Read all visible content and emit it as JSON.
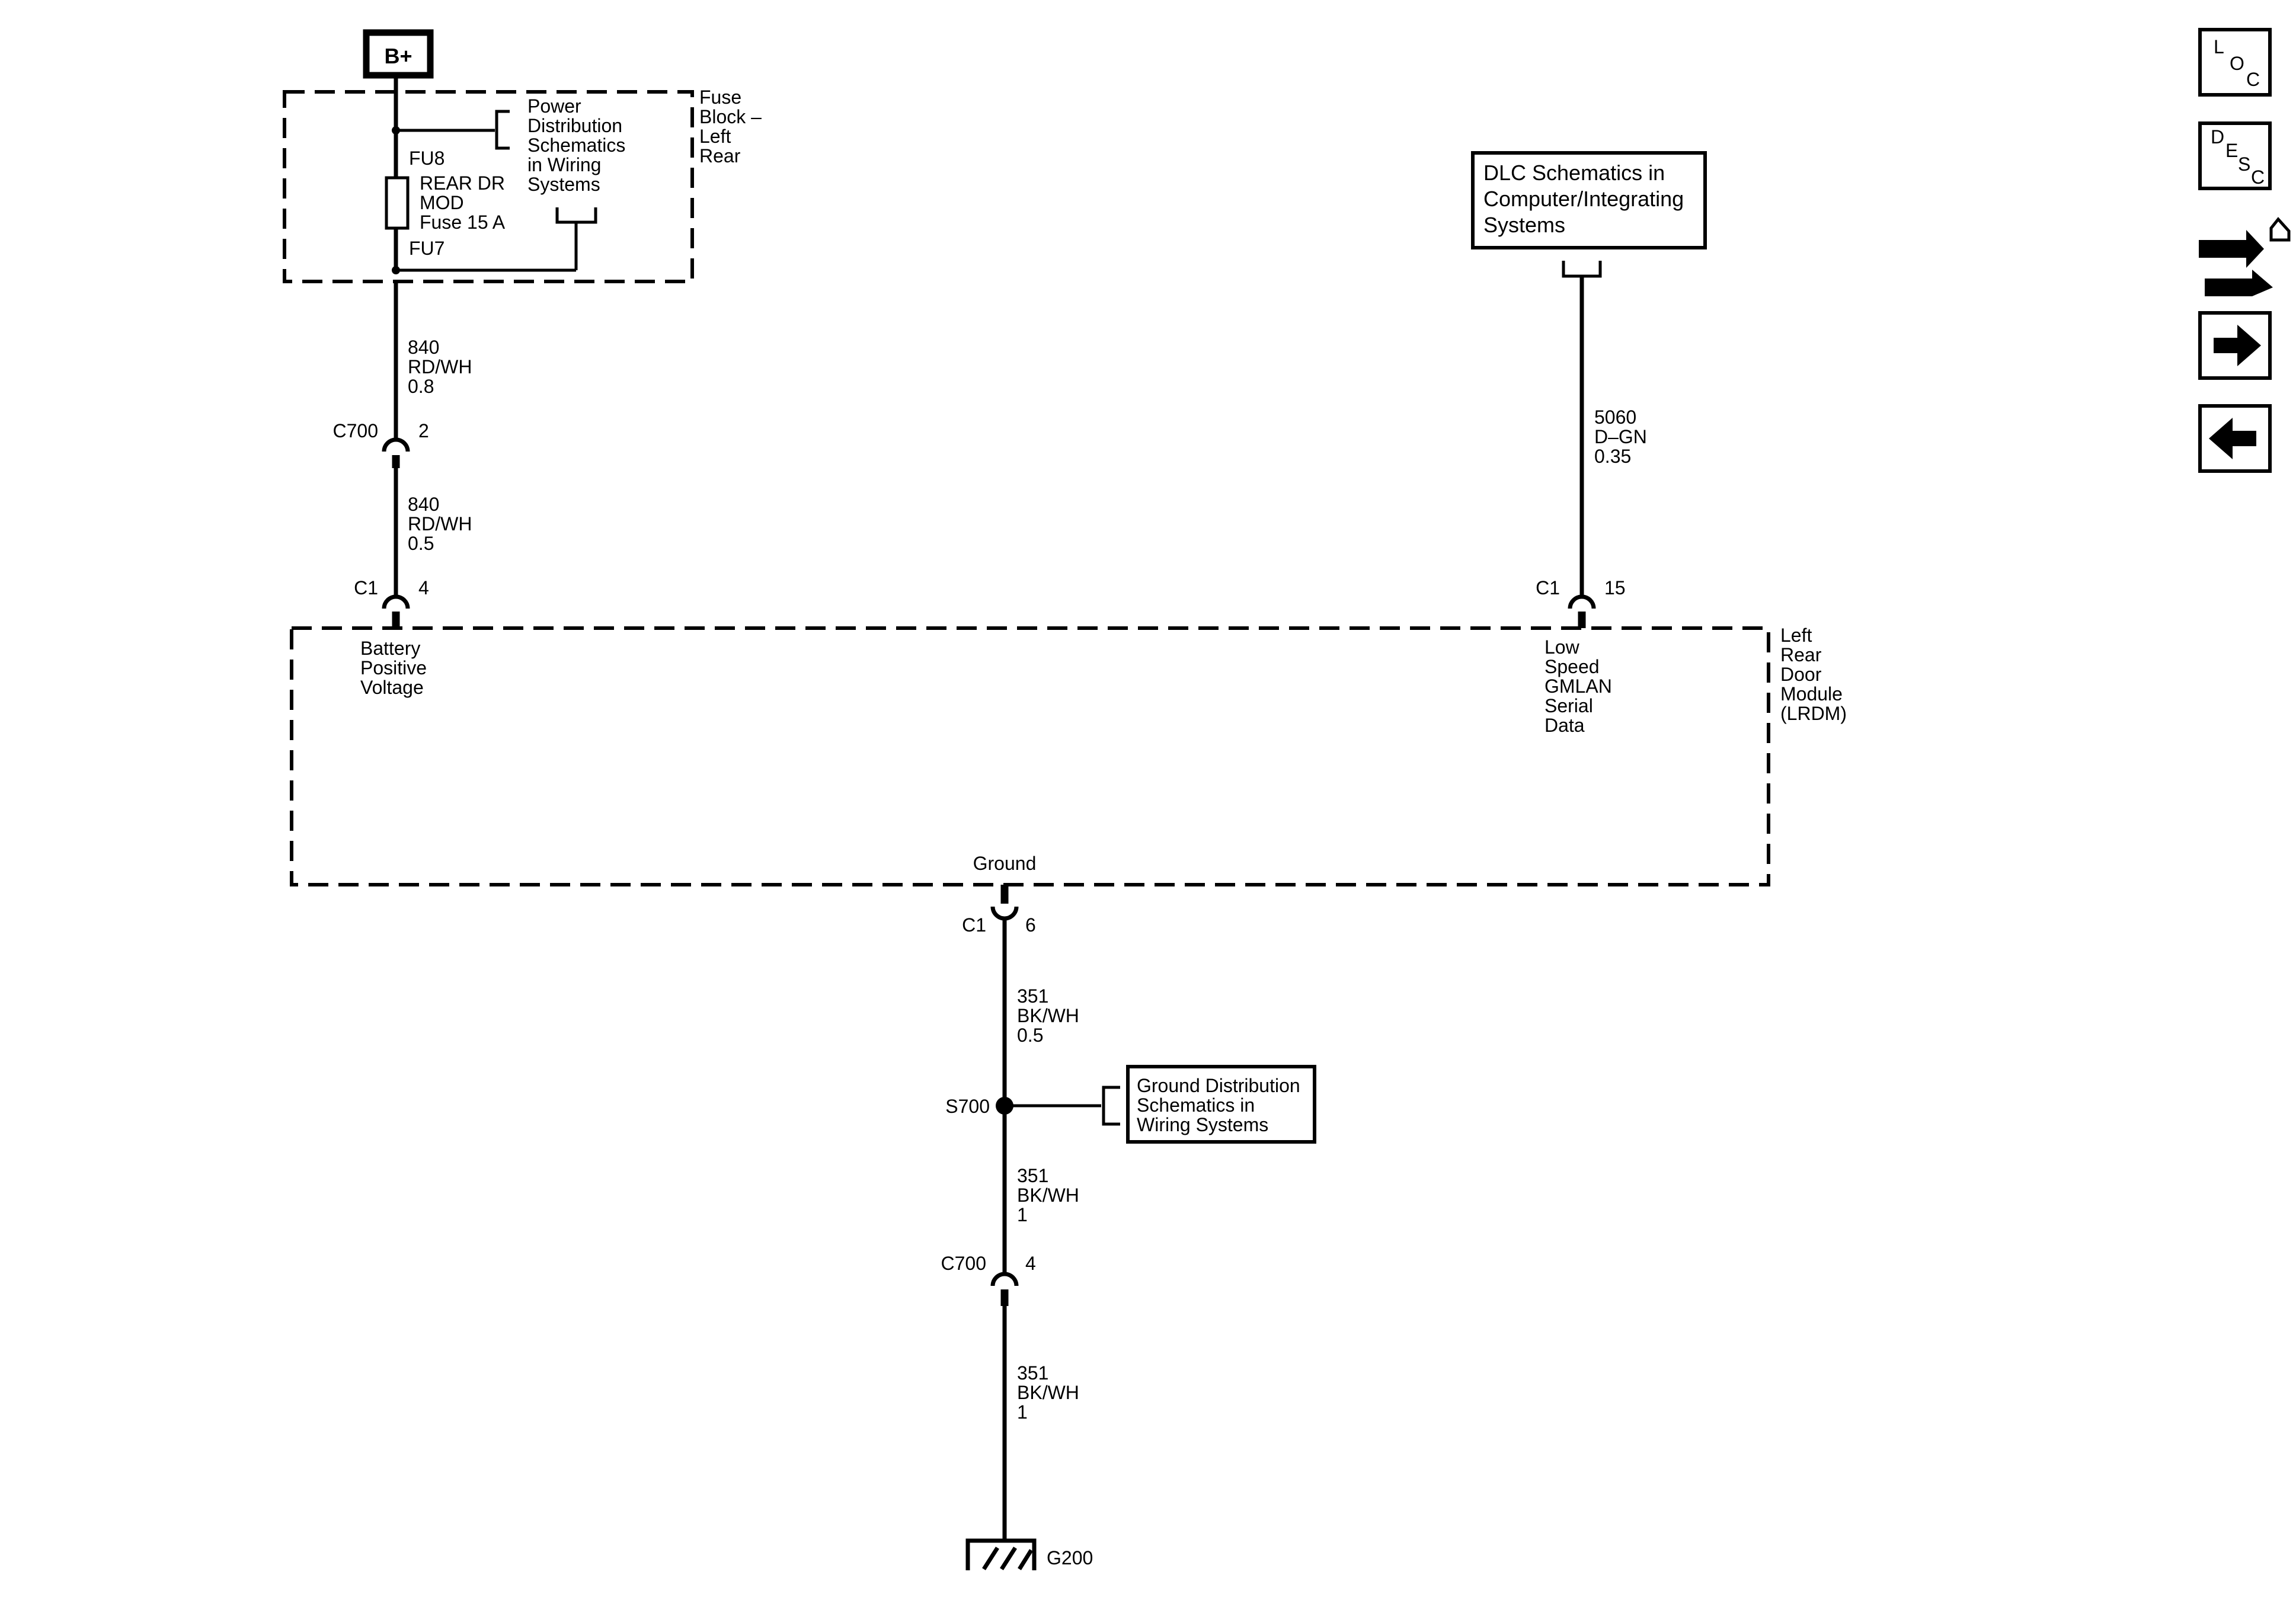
{
  "supply": {
    "label": "B+"
  },
  "fuse_block": {
    "name": [
      "Fuse",
      "Block –",
      "Left",
      "Rear"
    ],
    "fu8": "FU8",
    "fuse_label": [
      "REAR DR",
      "MOD",
      "Fuse 15 A"
    ],
    "fu7": "FU7",
    "power_ref": [
      "Power",
      "Distribution",
      "Schematics",
      "in Wiring",
      "Systems"
    ]
  },
  "wire_840_upper": [
    "840",
    "RD/WH",
    "0.8"
  ],
  "c700_top": {
    "name": "C700",
    "pin": "2"
  },
  "wire_840_lower": [
    "840",
    "RD/WH",
    "0.5"
  ],
  "c1_pin4": {
    "name": "C1",
    "pin": "4"
  },
  "dlc_ref": [
    "DLC Schematics in",
    "Computer/Integrating",
    "Systems"
  ],
  "wire_5060": [
    "5060",
    "D–GN",
    "0.35"
  ],
  "c1_pin15": {
    "name": "C1",
    "pin": "15"
  },
  "module": {
    "name": [
      "Left",
      "Rear",
      "Door",
      "Module",
      "(LRDM)"
    ],
    "battery_pin_label": [
      "Battery",
      "Positive",
      "Voltage"
    ],
    "serial_pin_label": [
      "Low",
      "Speed",
      "GMLAN",
      "Serial",
      "Data"
    ],
    "ground_label": "Ground"
  },
  "c1_pin6": {
    "name": "C1",
    "pin": "6"
  },
  "wire_351_a": [
    "351",
    "BK/WH",
    "0.5"
  ],
  "splice": {
    "name": "S700"
  },
  "ground_ref": [
    "Ground Distribution",
    "Schematics in",
    "Wiring Systems"
  ],
  "wire_351_b": [
    "351",
    "BK/WH",
    "1"
  ],
  "c700_bottom": {
    "name": "C700",
    "pin": "4"
  },
  "wire_351_c": [
    "351",
    "BK/WH",
    "1"
  ],
  "ground_point": {
    "name": "G200"
  },
  "nav": {
    "loc": [
      "L",
      "O",
      "C"
    ],
    "desc": [
      "D",
      "E",
      "S",
      "C"
    ],
    "connector_icon": "connector-end-view-icon",
    "next_icon": "arrow-right-icon",
    "prev_icon": "arrow-left-icon"
  }
}
